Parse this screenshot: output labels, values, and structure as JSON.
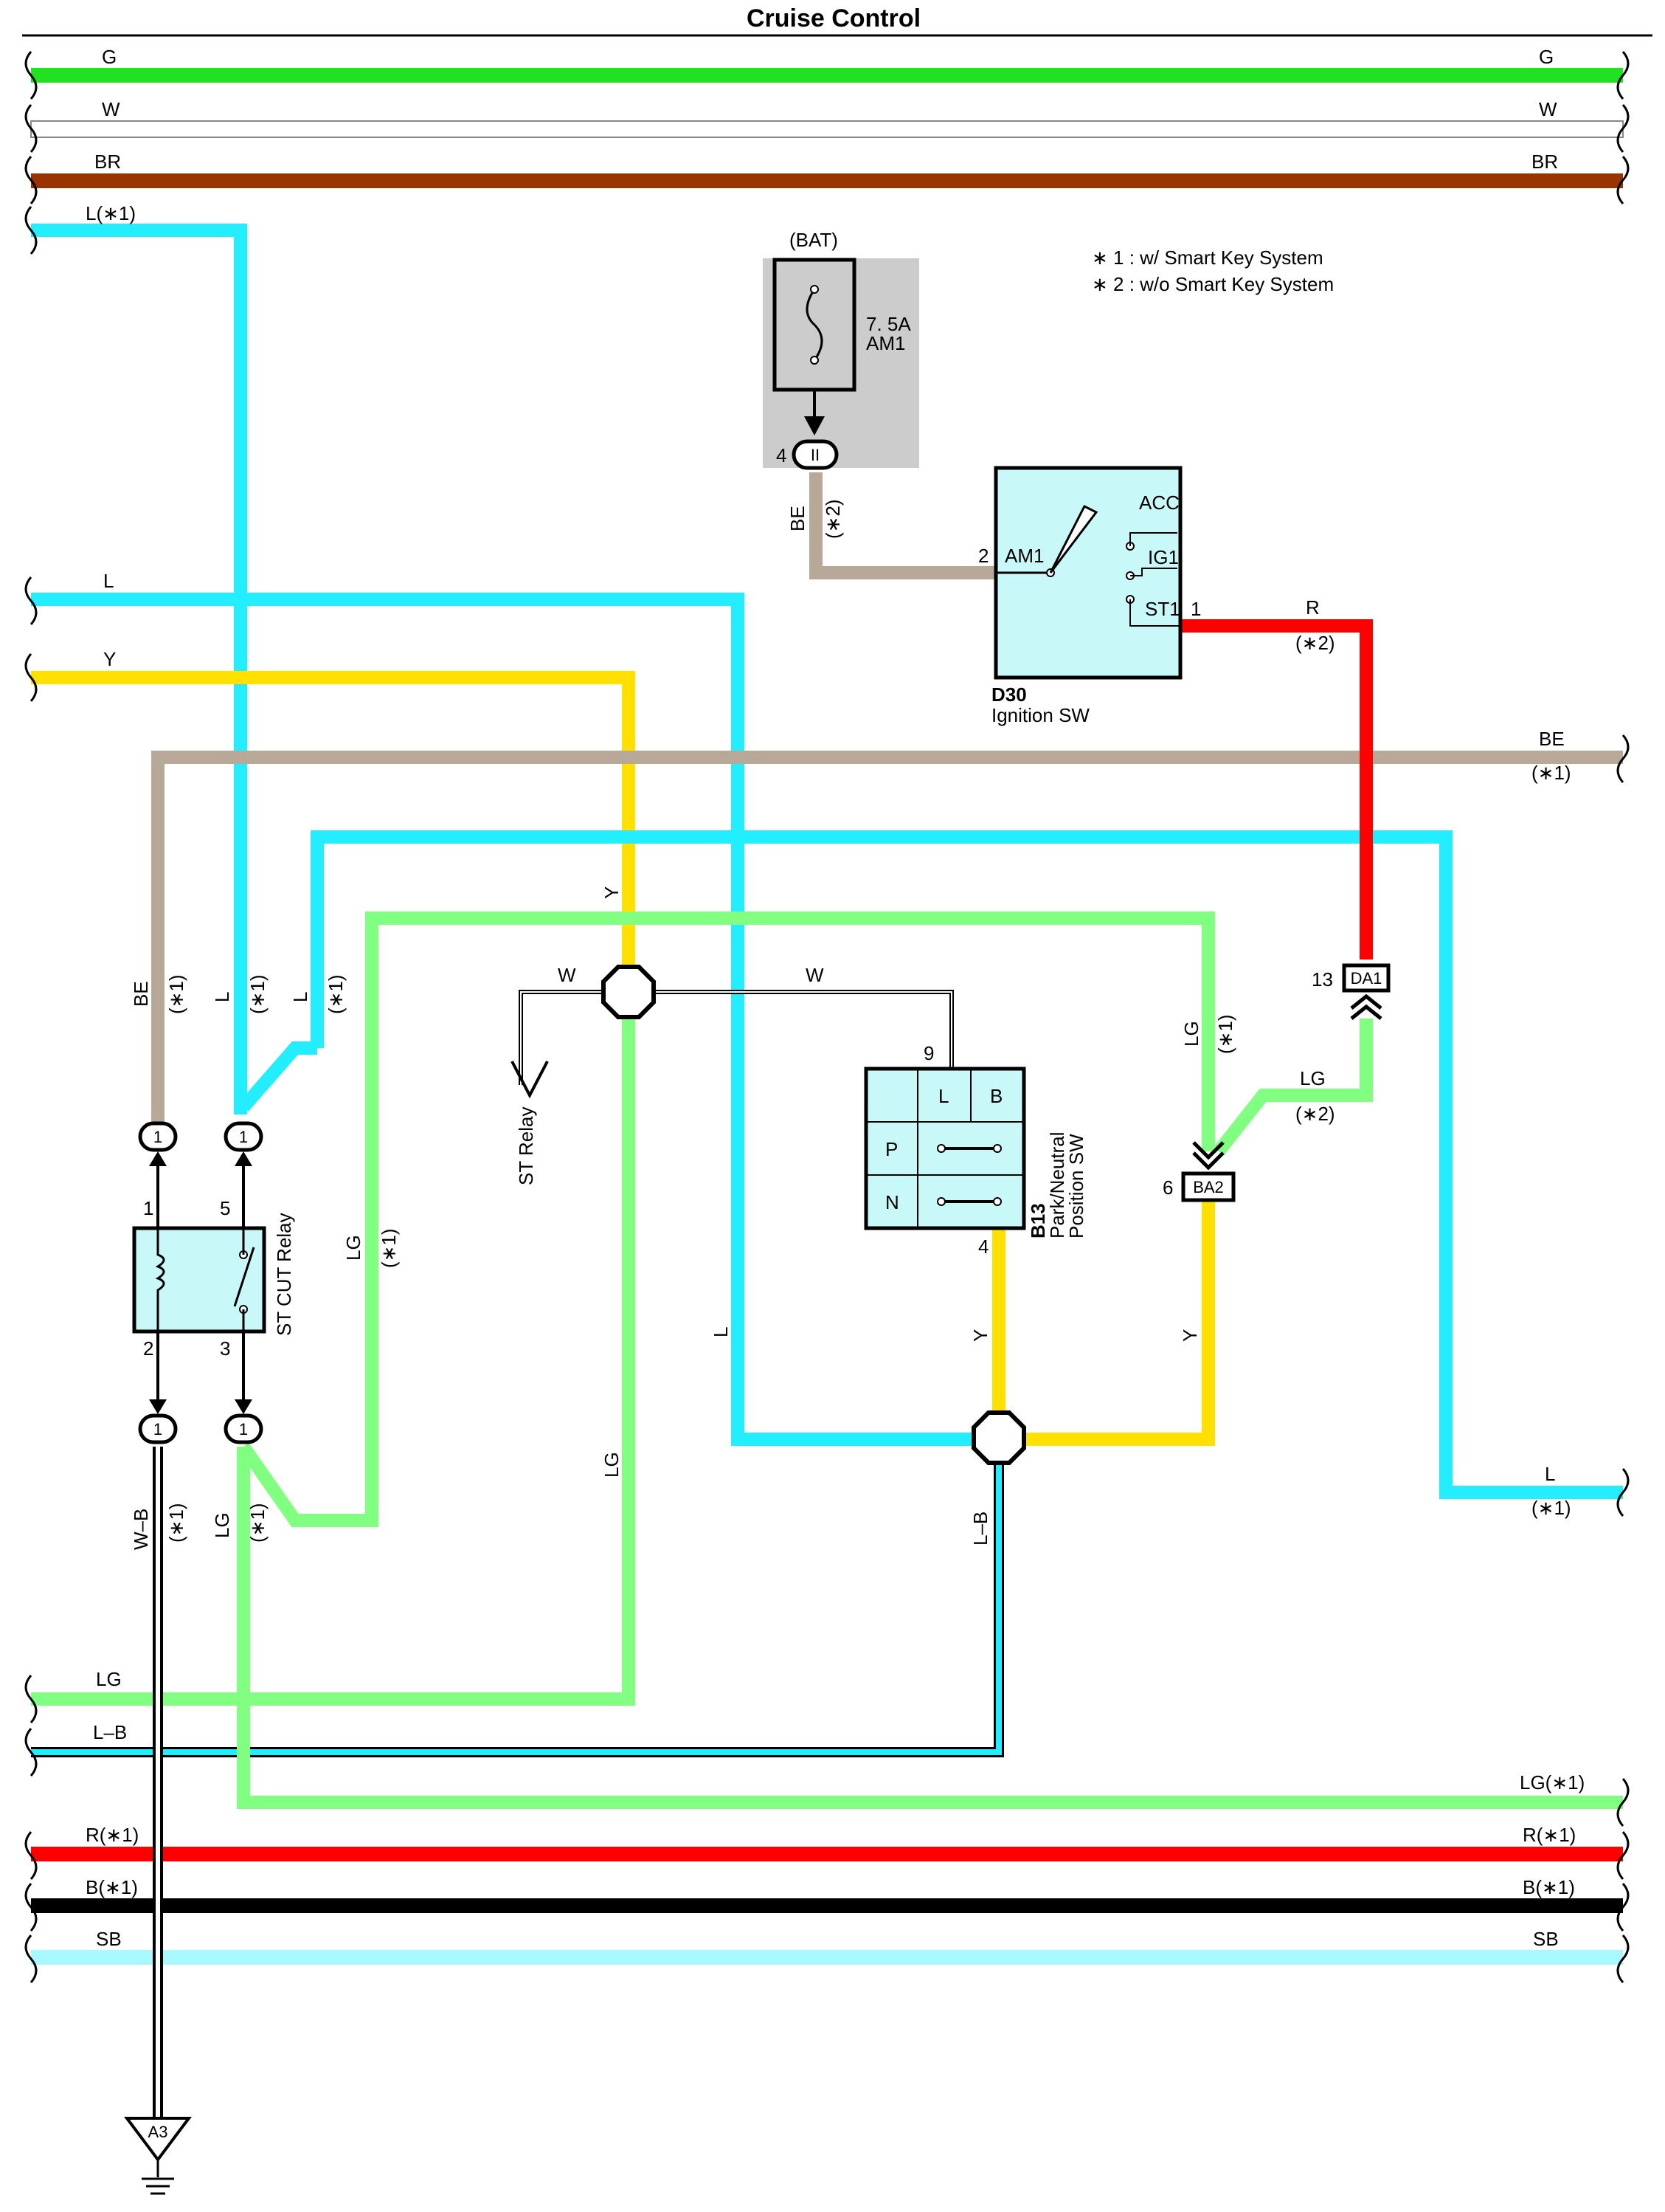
{
  "title": "Cruise Control",
  "notes": {
    "n1": "∗ 1 : w/ Smart Key System",
    "n2": "∗ 2 : w/o Smart Key System"
  },
  "colors": {
    "G": "#22e022",
    "W": "#ffffff",
    "BR": "#993300",
    "L": "#22eeff",
    "Y": "#ffe000",
    "BE": "#b8a898",
    "LG": "#80ff80",
    "R": "#ff0000",
    "B": "#000000",
    "SB": "#a8f8ff",
    "component": "#c8f8f8",
    "fuse_box": "#cccccc"
  },
  "bus_labels": {
    "g_l": "G",
    "g_r": "G",
    "w_l": "W",
    "w_r": "W",
    "br_l": "BR",
    "br_r": "BR",
    "l1_l": "L(∗1)",
    "l_l": "L",
    "y_l": "Y",
    "be_r": "BE",
    "be_r2": "(∗1)",
    "l_r": "L",
    "l_r2": "(∗1)",
    "lg_l": "LG",
    "lb_l": "L–B",
    "lg1_r": "LG(∗1)",
    "r_l": "R(∗1)",
    "r_r": "R(∗1)",
    "b_l": "B(∗1)",
    "b_r": "B(∗1)",
    "sb_l": "SB",
    "sb_r": "SB"
  },
  "fuse": {
    "source": "(BAT)",
    "rating": "7. 5A",
    "name": "AM1",
    "pin": "4",
    "connector": "II"
  },
  "ignition_sw": {
    "code": "D30",
    "name": "Ignition SW",
    "acc": "ACC",
    "ig1": "IG1",
    "st1": "ST1",
    "am1": "AM1",
    "pin_am1": "2",
    "pin_st1": "1"
  },
  "park_neutral_sw": {
    "code": "B13",
    "name_line1": "Park/Neutral",
    "name_line2": "Position SW",
    "col_l": "L",
    "col_b": "B",
    "row_p": "P",
    "row_n": "N",
    "pin_top": "9",
    "pin_bottom": "4"
  },
  "st_cut_relay": {
    "name": "ST CUT Relay",
    "pin1": "1",
    "pin5": "5",
    "pin2": "2",
    "pin3": "3",
    "conn": "1"
  },
  "connectors": {
    "da1_pin": "13",
    "da1": "DA1",
    "ba2_pin": "6",
    "ba2": "BA2"
  },
  "ground": "A3",
  "wire_labels": {
    "be_star2": "BE",
    "be_star2_note": "(∗2)",
    "r_star2": "R",
    "r_star2_note": "(∗2)",
    "lg_star2": "LG",
    "lg_star2_note": "(∗2)",
    "lg_star1_v": "LG",
    "lg_star1_v_note": "(∗1)",
    "y_top": "Y",
    "w_left": "W",
    "w_right": "W",
    "st_relay": "ST Relay",
    "be_relay": "BE",
    "be_relay_note": "(∗1)",
    "l_relay": "L",
    "l_relay_note": "(∗1)",
    "l_relay2": "L",
    "l_relay2_note": "(∗1)",
    "lg_mid": "LG",
    "lg_mid_note": "(∗1)",
    "lg_center": "LG",
    "l_center": "L",
    "y_sw": "Y",
    "y_ba2": "Y",
    "lb_down": "L–B",
    "wb": "W–B",
    "wb_note": "(∗1)",
    "lg_lower": "LG",
    "lg_lower_note": "(∗1)"
  }
}
